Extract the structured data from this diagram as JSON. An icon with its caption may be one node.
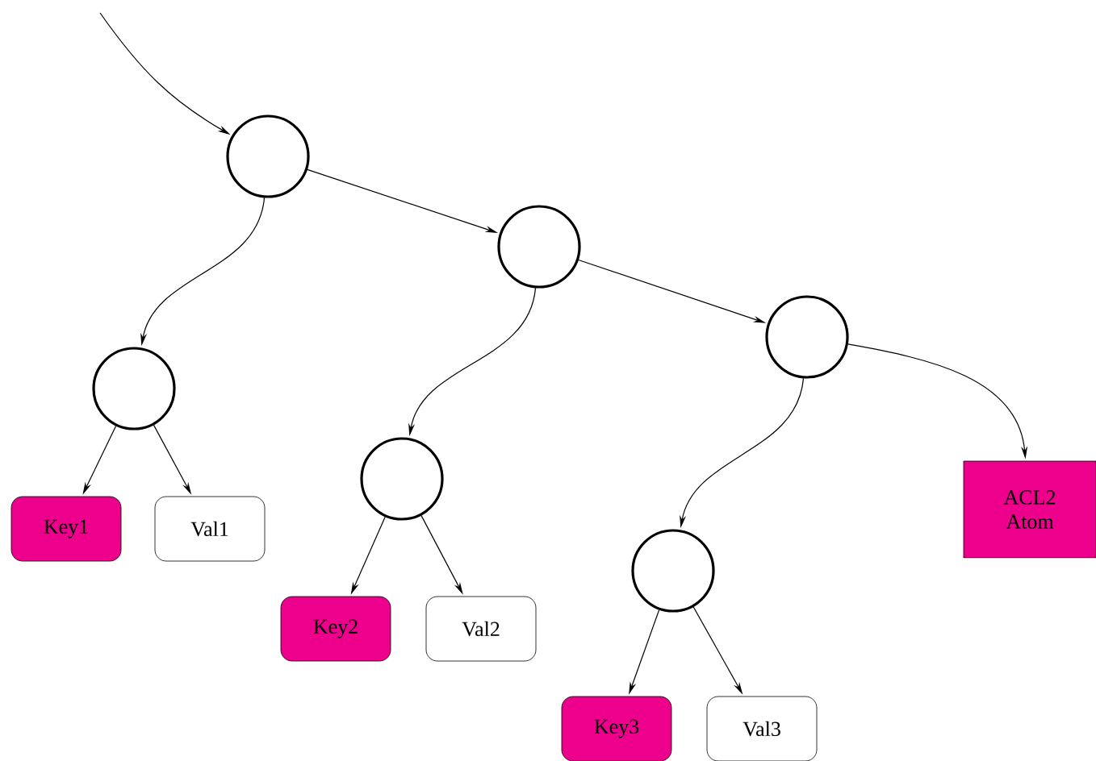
{
  "diagram": {
    "nodes": [
      {
        "text": [],
        "shape": "circle"
      },
      {
        "text": [],
        "shape": "circle"
      },
      {
        "text": [],
        "shape": "circle"
      },
      {
        "text": [],
        "shape": "circle"
      },
      {
        "text": [],
        "shape": "circle"
      },
      {
        "text": [
          "Key1"
        ]
      },
      {
        "text": [
          "Val1"
        ]
      },
      {
        "text": [
          "ACL2 Atom"
        ]
      },
      {
        "text": [],
        "shape": "circle"
      },
      {
        "text": [
          "Key2"
        ]
      },
      {
        "text": [
          "Val2"
        ]
      },
      {
        "text": [
          "Key3"
        ]
      },
      {
        "text": [
          "Val3"
        ]
      }
    ],
    "edges": [
      {
        "from": null,
        "to": 0,
        "arrow": "to"
      },
      {
        "from": 0,
        "to": 2,
        "arrow": "to"
      },
      {
        "from": 0,
        "to": 1,
        "arrow": "to"
      },
      {
        "from": 1,
        "to": 4,
        "arrow": "to"
      },
      {
        "from": 1,
        "to": 3,
        "arrow": "to"
      },
      {
        "from": 2,
        "to": 5,
        "arrow": "to"
      },
      {
        "from": 2,
        "to": 6,
        "arrow": "to"
      },
      {
        "from": 4,
        "to": 9,
        "arrow": "to"
      },
      {
        "from": 4,
        "to": 10,
        "arrow": "to"
      },
      {
        "from": 3,
        "to": 8,
        "arrow": "to"
      },
      {
        "from": 3,
        "to": 7,
        "arrow": "to"
      },
      {
        "from": 8,
        "to": 11,
        "arrow": "to"
      },
      {
        "from": 8,
        "to": 12,
        "arrow": "to"
      }
    ]
  }
}
